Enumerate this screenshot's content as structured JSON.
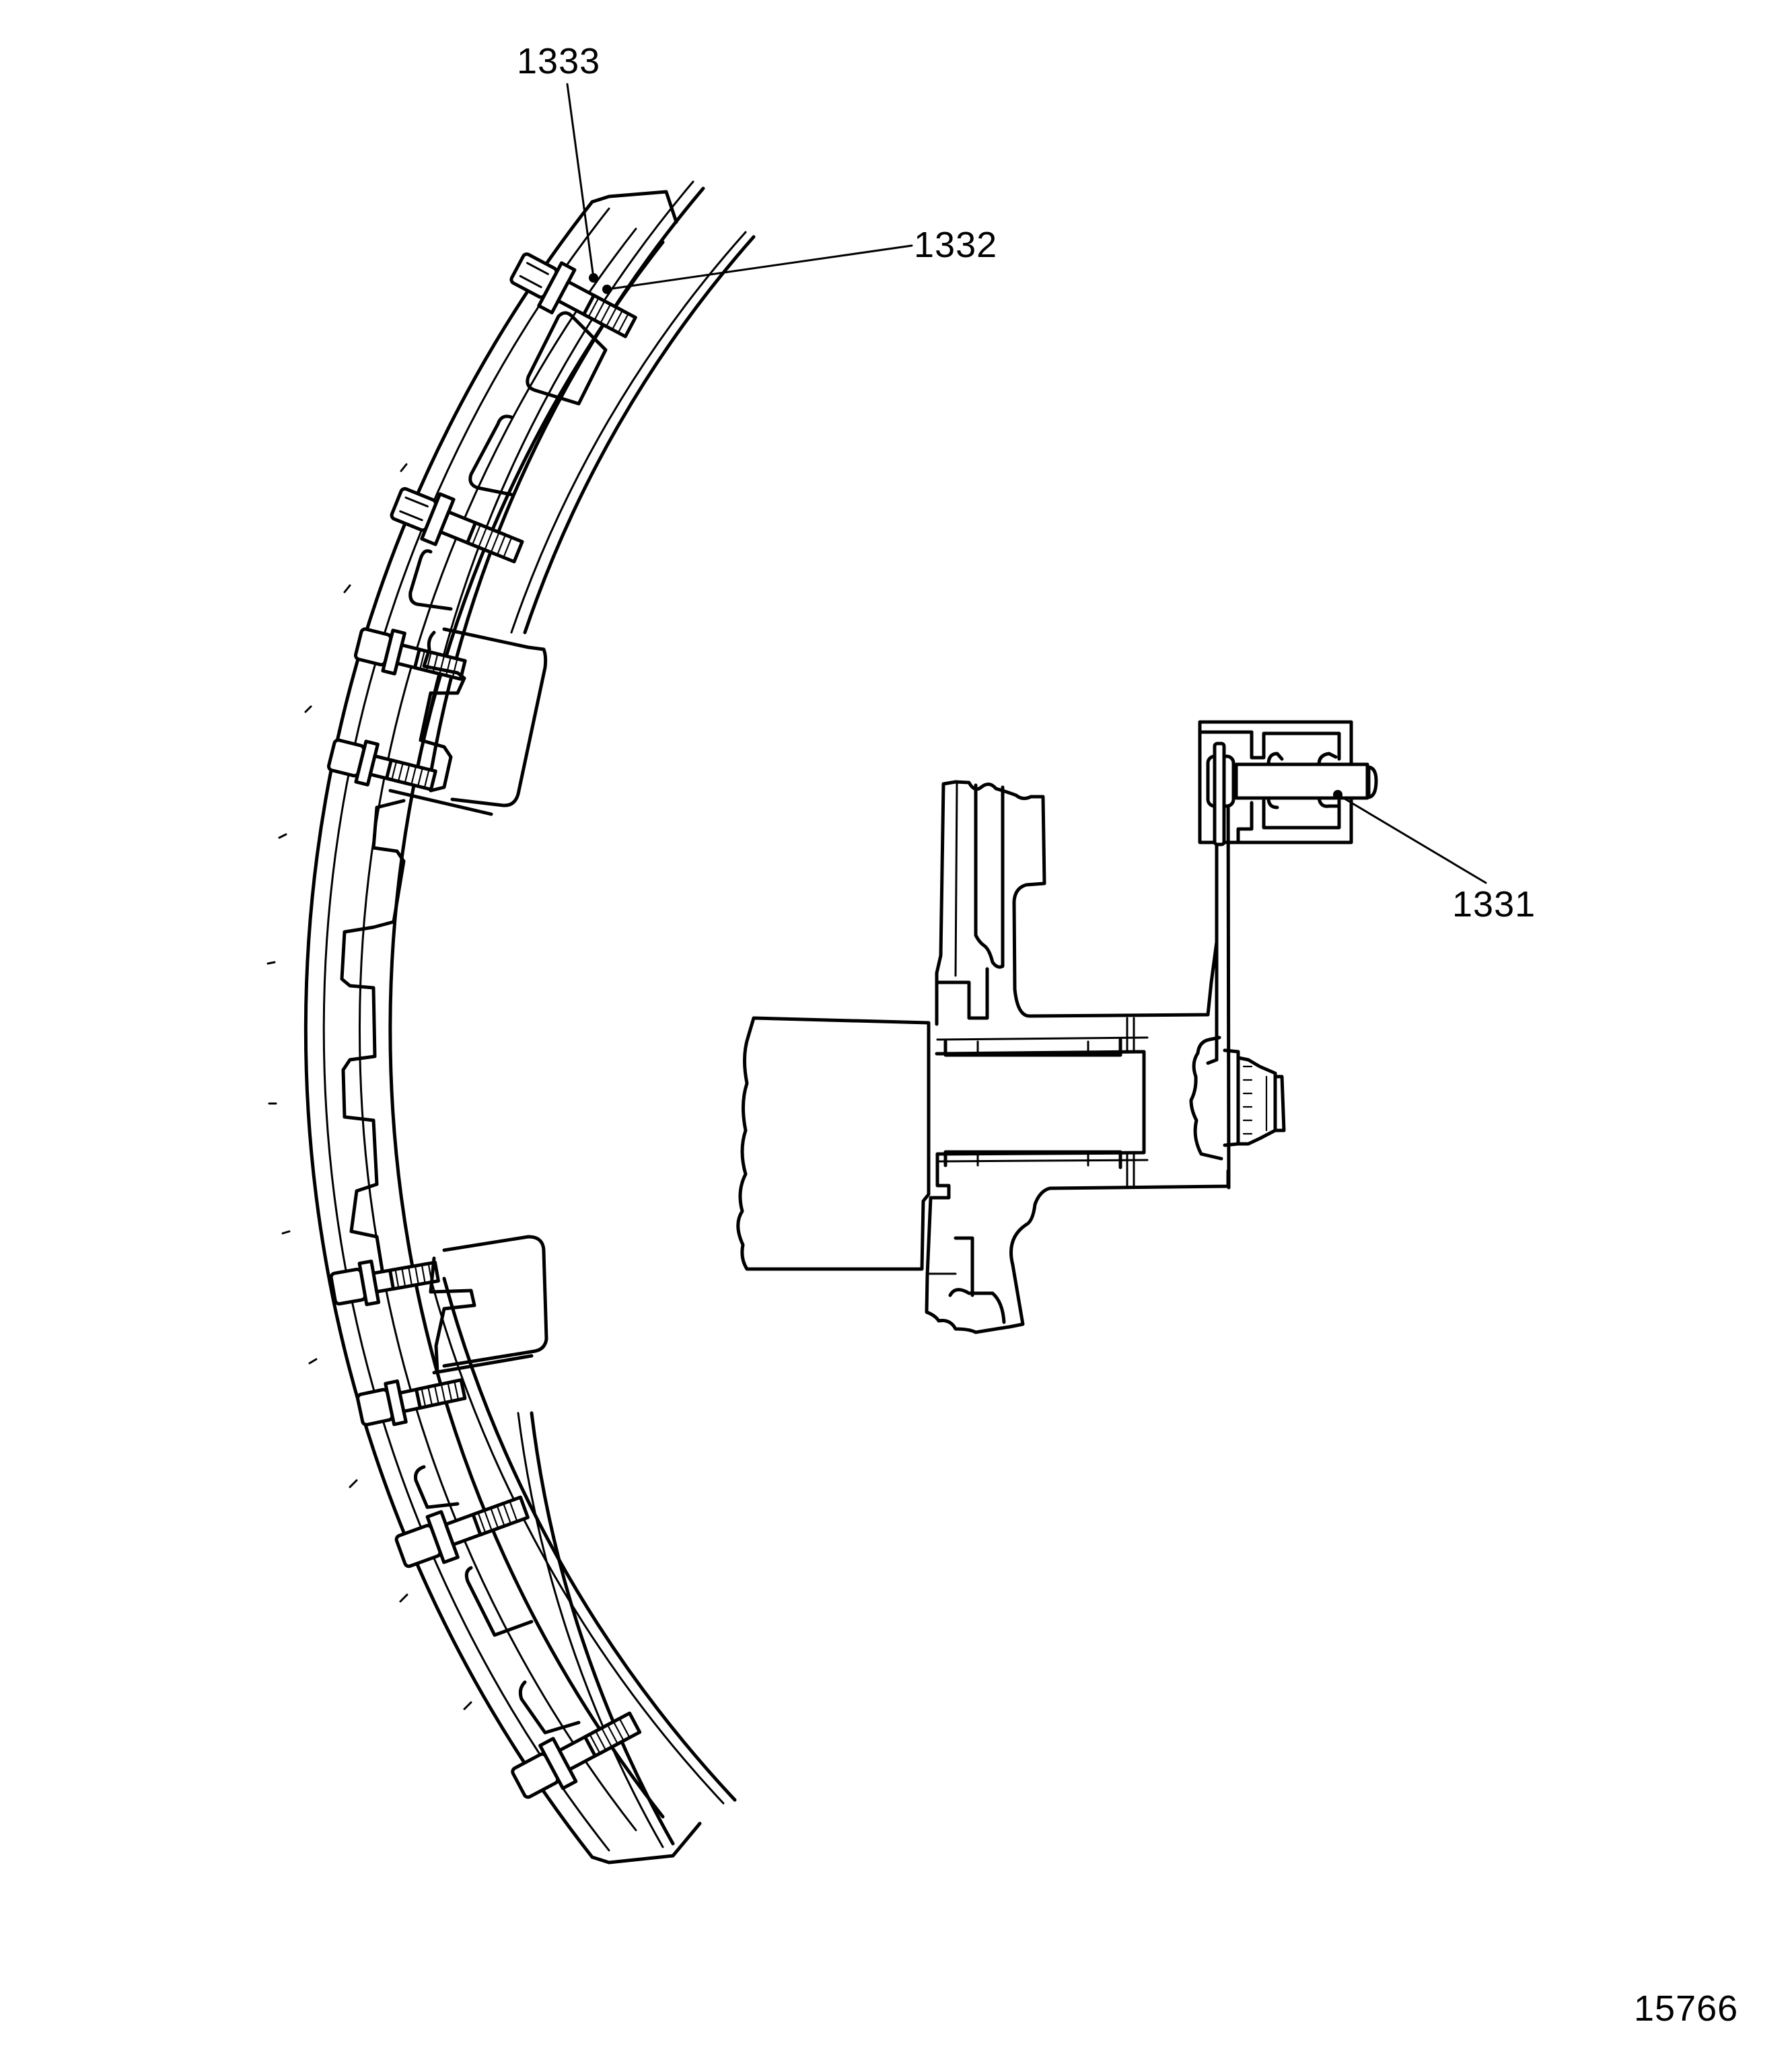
{
  "figure": {
    "type": "technical exploded/section illustration",
    "description": "Segment of a toothed ring carrier with bolted clamp blocks, and a side section of shaft with bracket and pin",
    "figure_number": "15766"
  },
  "callouts": [
    {
      "id": "c1333",
      "label": "1333"
    },
    {
      "id": "c1332",
      "label": "1332"
    },
    {
      "id": "c1331",
      "label": "1331"
    }
  ],
  "colors": {
    "line": "#000000",
    "background": "#ffffff"
  }
}
